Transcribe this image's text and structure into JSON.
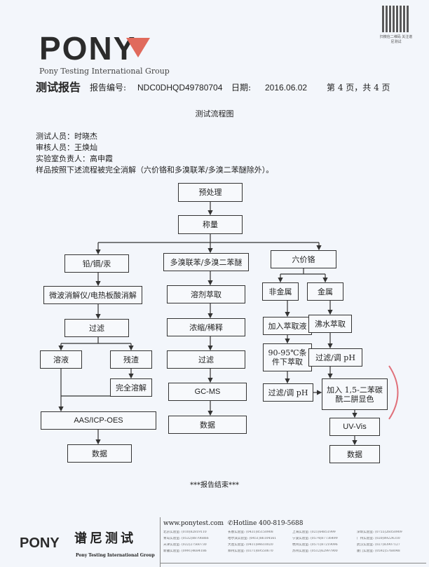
{
  "header": {
    "logo_text": "PONY",
    "company_en": "Pony Testing International Group",
    "qr_caption": "扫微信二维码 关注谱尼测试",
    "report_title": "测试报告",
    "report_no_label": "报告编号:",
    "report_no": "NDC0DHQD49780704",
    "date_label": "日期:",
    "date": "2016.06.02",
    "page_info": "第 4 页，共 4 页"
  },
  "section_title": "测试流程图",
  "info": {
    "tester": "测试人员：时晓杰",
    "reviewer": "审核人员：王焕灿",
    "lab_lead": "实验室负责人：高申霞",
    "note": "样品按照下述流程被完全消解（六价铬和多溴联苯/多溴二苯醚除外）。"
  },
  "flow": {
    "pretreat": "预处理",
    "weigh": "称量",
    "left": {
      "head": "铅/镉/汞",
      "digest": "微波消解仪/电热板酸消解",
      "filter": "过滤",
      "solution": "溶液",
      "residue": "残渣",
      "dissolve": "完全溶解",
      "instrument": "AAS/ICP-OES",
      "data": "数据"
    },
    "middle": {
      "head": "多溴联苯/多溴二苯醚",
      "extract": "溶剂萃取",
      "concentrate": "浓缩/稀释",
      "filter": "过滤",
      "instrument": "GC-MS",
      "data": "数据"
    },
    "right": {
      "head": "六价铬",
      "nonmetal": "非金属",
      "metal": "金属",
      "add_extractant": "加入萃取液",
      "extract_9095": "90-95℃条件下萃取",
      "filter_ph_1": "过滤/调 pH",
      "boil_extract": "沸水萃取",
      "filter_ph_2": "过滤/调 pH",
      "color": "加入 1,5-二苯碳酰二肼显色",
      "instrument": "UV-Vis",
      "data": "数据"
    }
  },
  "end_text": "***报告结束***",
  "footer": {
    "logo": "PONY",
    "name_cn": "谱尼测试",
    "name_en": "Pony Testing International Group",
    "website": "www.ponytest.com",
    "hotline": "✆Hotline 400-819-5688",
    "labs": [
      "北京实验室: (010)82819110",
      "长春实验室: (0431)85150908",
      "上海实验室: (021)64851999",
      "深圳实验室: (0755)26050909",
      "青岛实验室: (0532)88706866",
      "哈尔滨实验室: (0451)86104561",
      "宁波实验室: (0574)87736499",
      "广州实验室: (020)89224310",
      "天津实验室: (022)27560730",
      "大连实验室: (0411)84610020",
      "杭州实验室: (0571)87219096",
      "武汉实验室: (027)83907127",
      "新疆实验室: (0991)4684186",
      "郑州实验室: (0371)69550670",
      "苏州实验室: (0512)62997900",
      "厦门实验室: (0592)5768048"
    ]
  },
  "colors": {
    "logo_accent": "#e06a5c",
    "line": "#333333",
    "page": "#f3f6fb",
    "annotation_mark": "#e0707a"
  }
}
